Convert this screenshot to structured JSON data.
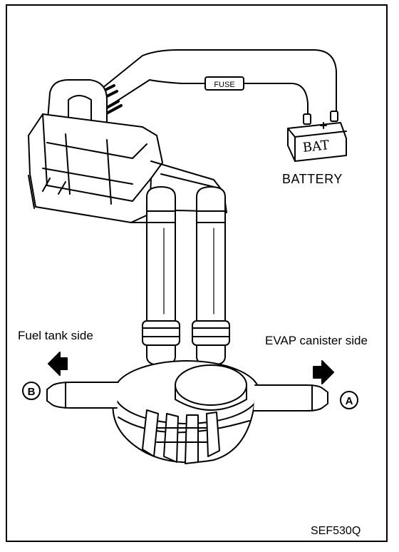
{
  "labels": {
    "battery": "BATTERY",
    "bat": "BAT",
    "fuse": "FUSE",
    "fuel_tank_side": "Fuel tank side",
    "evap_canister_side": "EVAP canister side",
    "port_a": "A",
    "port_b": "B",
    "figure_code": "SEF530Q"
  }
}
